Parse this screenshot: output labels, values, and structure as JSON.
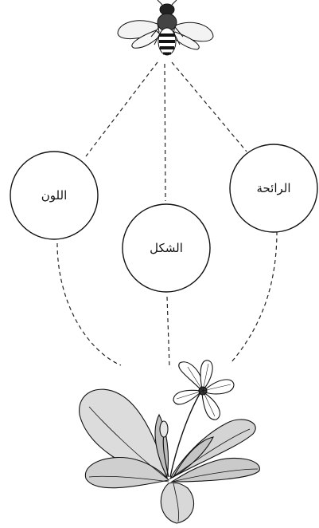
{
  "labels": {
    "color": "اللون",
    "shape": "الشكل",
    "scent": "الرائحة"
  },
  "style": {
    "ink": "#111111",
    "background": "#ffffff"
  },
  "icons": {
    "top": "bee-icon",
    "bottom": "primrose-plant-icon"
  }
}
